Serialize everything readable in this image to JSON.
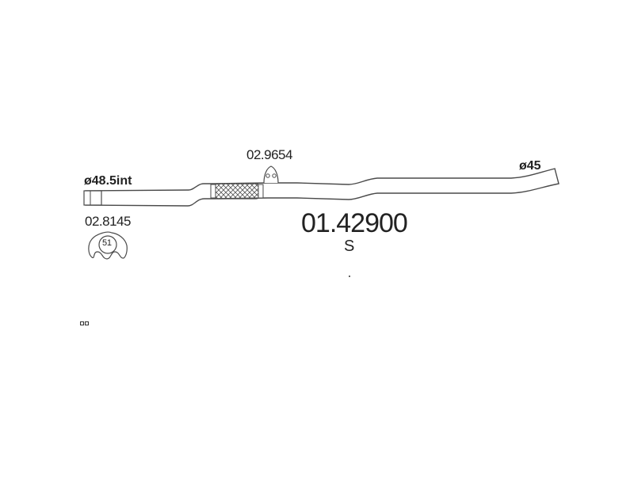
{
  "diagram": {
    "main_part_number": "01.42900",
    "variant_code": "S",
    "inlet_diameter": "ø48.5int",
    "outlet_diameter": "ø45",
    "hanger_part_number": "02.9654",
    "clamp_part_number": "02.8145",
    "clamp_size": "51"
  },
  "colors": {
    "line": "#4a4a4a",
    "text": "#222222",
    "background": "#ffffff"
  }
}
